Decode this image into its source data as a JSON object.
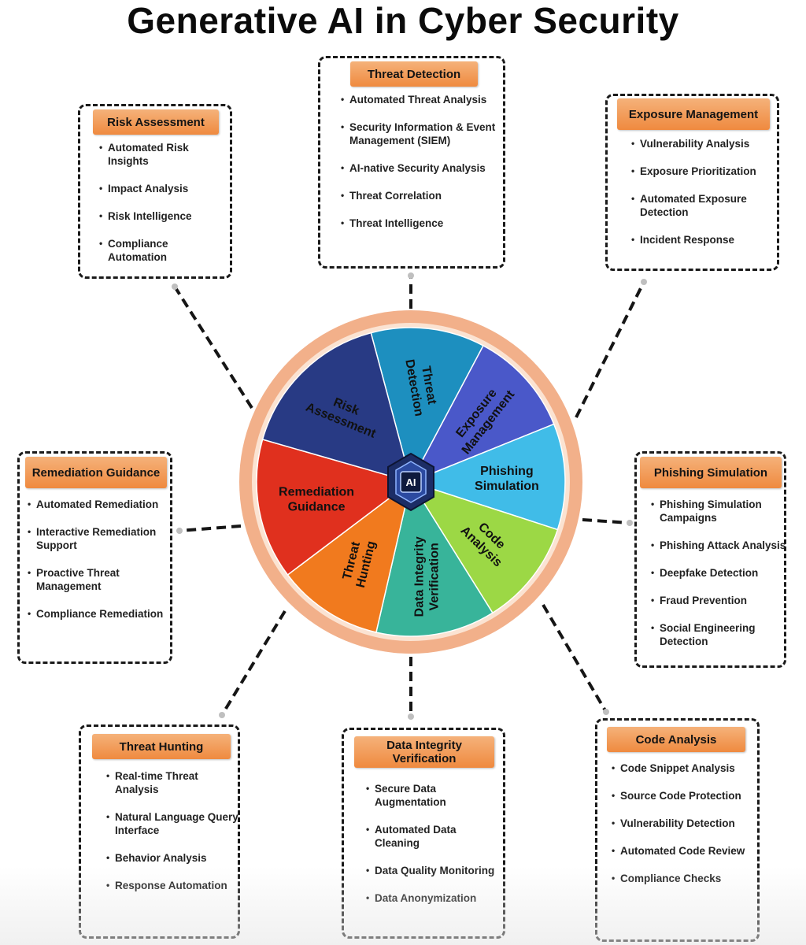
{
  "title": "Generative AI in Cyber Security",
  "hub": {
    "badge": "AI",
    "icon": "ai-chip-icon"
  },
  "colors": {
    "risk": "#283a84",
    "threat_detection": "#1d8fbf",
    "exposure": "#4a58c9",
    "phishing": "#40bce8",
    "code": "#9cd845",
    "data_integrity": "#38b49a",
    "hunting": "#f17a1e",
    "remediation": "#e0301e",
    "ring": "#f2b08a",
    "header_orange": "#ef8a3f"
  },
  "segments": [
    {
      "label": "Threat Detection"
    },
    {
      "label": "Exposure Management"
    },
    {
      "label": "Phishing Simulation"
    },
    {
      "label": "Code Analysis"
    },
    {
      "label": "Data Integrity Verification"
    },
    {
      "label": "Threat Hunting"
    },
    {
      "label": "Remediation Guidance"
    },
    {
      "label": "Risk Assessment"
    }
  ],
  "cards": {
    "risk_assessment": {
      "title": "Risk Assessment",
      "items": [
        "Automated Risk Insights",
        "Impact Analysis",
        "Risk Intelligence",
        "Compliance Automation"
      ]
    },
    "threat_detection": {
      "title": "Threat Detection",
      "items": [
        "Automated Threat Analysis",
        "Security Information & Event Management (SIEM)",
        "AI-native Security Analysis",
        "Threat Correlation",
        "Threat Intelligence"
      ]
    },
    "exposure_management": {
      "title": "Exposure Management",
      "items": [
        "Vulnerability Analysis",
        "Exposure Prioritization",
        "Automated Exposure Detection",
        "Incident Response"
      ]
    },
    "remediation_guidance": {
      "title": "Remediation Guidance",
      "items": [
        "Automated Remediation",
        "Interactive Remediation Support",
        "Proactive Threat Management",
        "Compliance Remediation"
      ]
    },
    "phishing_simulation": {
      "title": "Phishing Simulation",
      "items": [
        "Phishing Simulation Campaigns",
        "Phishing Attack Analysis",
        "Deepfake Detection",
        "Fraud Prevention",
        "Social Engineering Detection"
      ]
    },
    "threat_hunting": {
      "title": "Threat Hunting",
      "items": [
        "Real-time Threat Analysis",
        "Natural Language Query Interface",
        "Behavior Analysis",
        "Response Automation"
      ]
    },
    "data_integrity_verification": {
      "title": "Data Integrity Verification",
      "items": [
        "Secure Data Augmentation",
        "Automated Data Cleaning",
        "Data Quality Monitoring",
        "Data Anonymization"
      ]
    },
    "code_analysis": {
      "title": "Code Analysis",
      "items": [
        "Code Snippet Analysis",
        "Source Code Protection",
        "Vulnerability Detection",
        "Automated Code Review",
        "Compliance Checks"
      ]
    }
  }
}
